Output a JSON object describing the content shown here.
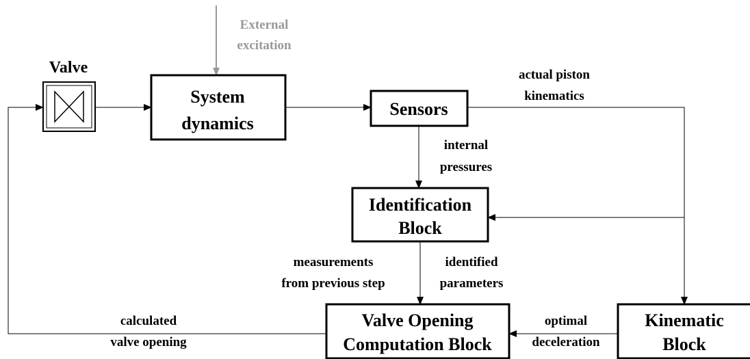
{
  "blocks": {
    "valve_label": "Valve",
    "system_dynamics": [
      "System",
      "dynamics"
    ],
    "sensors": "Sensors",
    "identification": [
      "Identification",
      "Block"
    ],
    "valve_opening": [
      "Valve Opening",
      "Computation Block"
    ],
    "kinematic": [
      "Kinematic",
      "Block"
    ]
  },
  "labels": {
    "external_excitation": [
      "External",
      "excitation"
    ],
    "actual_piston_kinematics": [
      "actual piston",
      "kinematics"
    ],
    "internal_pressures": [
      "internal",
      "pressures"
    ],
    "measurements_previous": [
      "measurements",
      "from previous step"
    ],
    "identified_parameters": [
      "identified",
      "parameters"
    ],
    "optimal_deceleration": [
      "optimal",
      "deceleration"
    ],
    "calculated_valve_opening": [
      "calculated",
      "valve opening"
    ]
  },
  "colors": {
    "ink": "#000000",
    "external_input": "#999999"
  }
}
